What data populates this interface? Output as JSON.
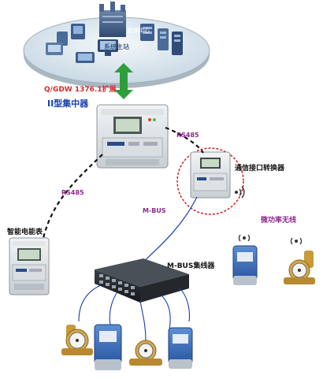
{
  "system": {
    "data_center_label": "数据中心",
    "master_station_label": "系统主站"
  },
  "protocol_label": "Q/GDW 1376.1扩展",
  "concentrator_label": "II型集中器",
  "rs485_top_label": "RS485",
  "rs485_left_label": "RS485",
  "converter_label": "通信接口转换器",
  "mbus_label": "M-BUS",
  "smart_meter_label": "智能电能表",
  "mbus_hub_label": "M-BUS集线器",
  "micro_power_label": "微功率无线",
  "colors": {
    "purple": "#8b2a8e",
    "blue": "#1a3fb0",
    "red_dashed": "#d42020",
    "green_arrow": "#2e9e3a",
    "platform": "#d9e6ee"
  }
}
